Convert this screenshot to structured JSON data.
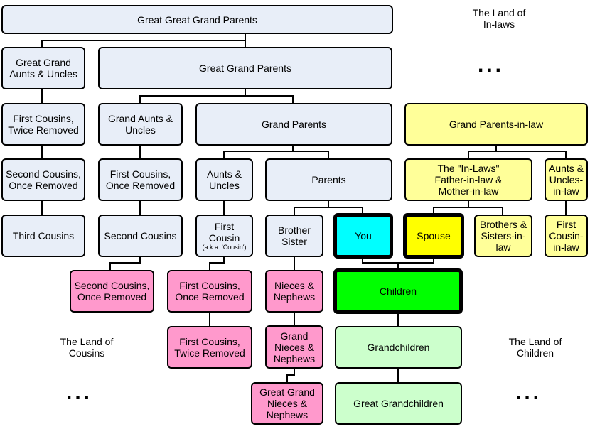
{
  "nodes": {
    "great_great_grand_parents": "Great Great Grand Parents",
    "great_grand_aunts_uncles": "Great Grand\nAunts & Uncles",
    "great_grand_parents": "Great Grand Parents",
    "first_cousins_twice_removed_top": "First Cousins,\nTwice Removed",
    "grand_aunts_uncles": "Grand Aunts &\nUncles",
    "grand_parents": "Grand Parents",
    "grand_parents_in_law": "Grand Parents-in-law",
    "second_cousins_once_removed_top": "Second Cousins,\nOnce Removed",
    "first_cousins_once_removed_top": "First Cousins,\nOnce Removed",
    "aunts_uncles": "Aunts &\nUncles",
    "parents": "Parents",
    "in_laws": "The \"In-Laws\"\nFather-in-law &\nMother-in-law",
    "aunts_uncles_in_law": "Aunts &\nUncles-\nin-law",
    "third_cousins": "Third Cousins",
    "second_cousins": "Second Cousins",
    "first_cousin": "First\nCousin",
    "first_cousin_aka": "(a.k.a. 'Cousin')",
    "brother_sister": "Brother\nSister",
    "you": "You",
    "spouse": "Spouse",
    "brothers_sisters_in_law": "Brothers &\nSisters-in-\nlaw",
    "first_cousin_in_law": "First\nCousin-\nin-law",
    "second_cousins_once_removed_bottom": "Second Cousins,\nOnce Removed",
    "first_cousins_once_removed_bottom": "First Cousins,\nOnce Removed",
    "nieces_nephews": "Nieces &\nNephews",
    "children": "Children",
    "first_cousins_twice_removed_bottom": "First Cousins,\nTwice Removed",
    "grand_nieces_nephews": "Grand\nNieces &\nNephews",
    "grandchildren": "Grandchildren",
    "great_grand_nieces_nephews": "Great Grand\nNieces &\nNephews",
    "great_grandchildren": "Great Grandchildren"
  },
  "labels": {
    "land_of_inlaws": "The Land of\nIn-laws",
    "land_of_cousins": "The Land of\nCousins",
    "land_of_children": "The Land of\nChildren",
    "ellipsis": "..."
  },
  "colors": {
    "blue": "#e8eef8",
    "yellow": "#ffff99",
    "pink": "#ff99cc",
    "light_green": "#ccffcc",
    "cyan": "#00ffff",
    "bright_yellow": "#ffff00",
    "green": "#00ff00"
  }
}
